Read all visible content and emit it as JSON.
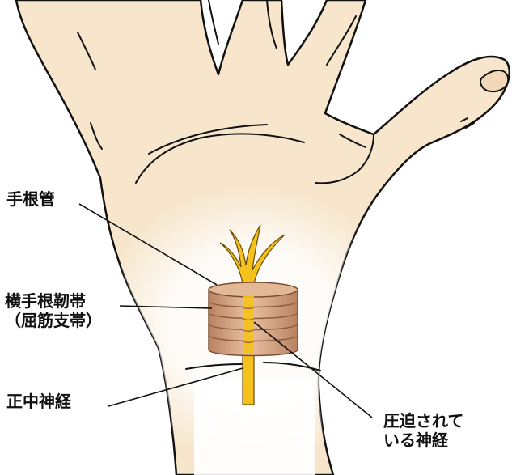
{
  "labels": {
    "carpal_tunnel": "手根管",
    "ligament_line1": "横手根靭帯",
    "ligament_line2": "（屈筋支帯）",
    "median_nerve": "正中神経",
    "compressed_line1": "圧迫されて",
    "compressed_line2": "いる神経"
  },
  "colors": {
    "skin": "#f7e6cc",
    "skin_shadow": "#ecd0ad",
    "outline": "#111111",
    "nerve": "#f5c21b",
    "ligament": "#d9a884",
    "ligament_dark": "#a26f4c",
    "glow": "#ffffff"
  }
}
